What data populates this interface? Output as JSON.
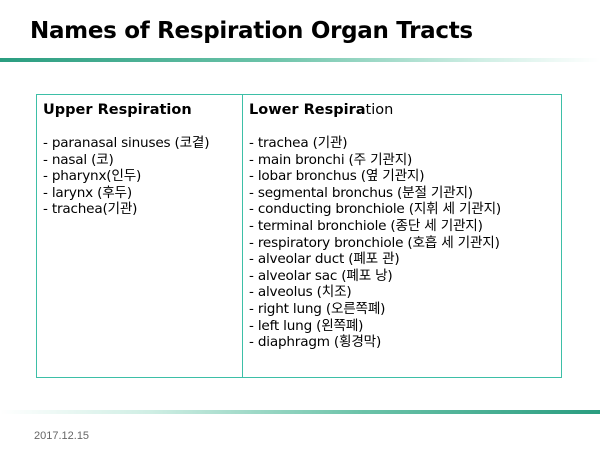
{
  "slide": {
    "title": "Names of Respiration Organ Tracts",
    "date": "2017.12.15"
  },
  "table": {
    "upper": {
      "heading": "Upper Respiration",
      "items": [
        "- paranasal sinuses (코곁)",
        "- nasal (코)",
        "- pharynx(인두)",
        "- larynx (후두)",
        "- trachea(기관)"
      ]
    },
    "lower": {
      "heading_bold": "Lower Respira",
      "heading_regular": "tion",
      "items": [
        "- trachea (기관)",
        "- main bronchi (주 기관지)",
        "- lobar bronchus (옆 기관지)",
        "- segmental bronchus (분절 기관지)",
        "- conducting bronchiole (지휘 세 기관지)",
        "- terminal bronchiole (종단 세 기관지)",
        "- respiratory bronchiole (호흡 세 기관지)",
        "- alveolar duct (폐포 관)",
        "- alveolar sac (폐포 낭)",
        "- alveolus (치조)",
        "- right lung (오른쪽폐)",
        "- left lung (왼쪽폐)",
        "- diaphragm (횡경막)"
      ]
    }
  },
  "colors": {
    "accent": "#3dbfa7",
    "rule_dark": "#2a9d80"
  }
}
